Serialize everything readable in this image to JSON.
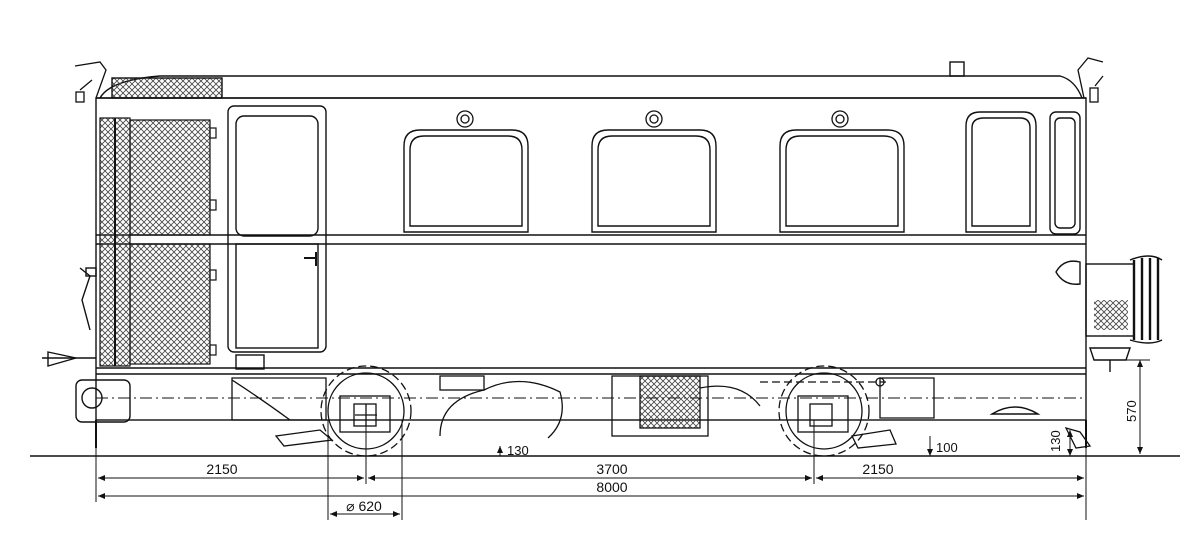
{
  "dimensions": {
    "overhang_left": "2150",
    "wheelbase": "3700",
    "overhang_right": "2150",
    "total_length": "8000",
    "wheel_diameter": "⌀ 620",
    "clearance_axle": "130",
    "clearance_right_frame": "100",
    "clearance_buffer": "130",
    "buffer_height": "570"
  },
  "colors": {
    "ink": "#111111",
    "mesh": "#444444"
  }
}
